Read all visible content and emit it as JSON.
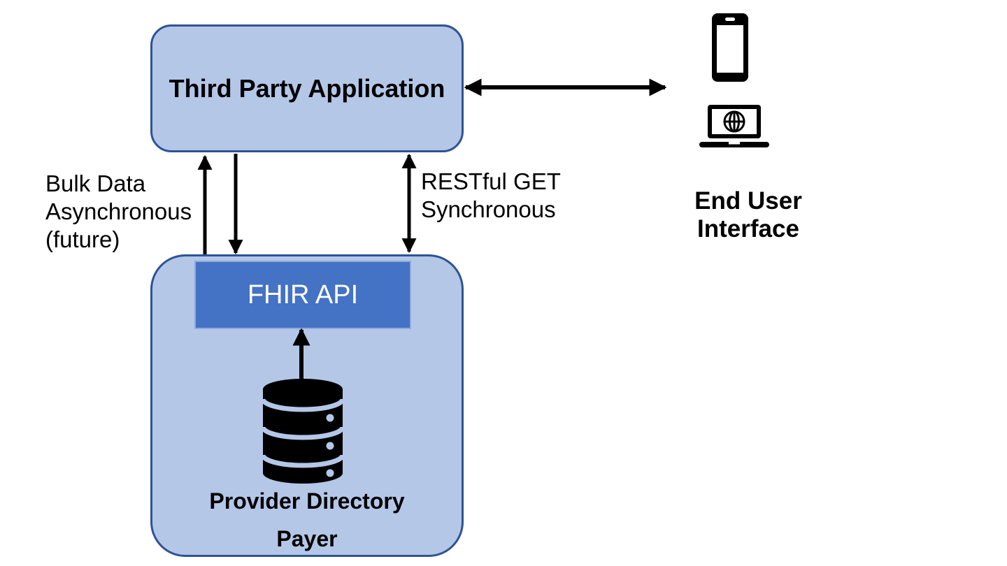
{
  "diagram": {
    "title": "FHIR Provider Directory architecture diagram",
    "nodes": {
      "third_party_app": {
        "label": "Third Party Application"
      },
      "fhir_api": {
        "label": "FHIR API"
      },
      "provider_directory": {
        "label": "Provider Directory"
      },
      "payer": {
        "label": "Payer"
      },
      "end_user_interface": {
        "label": "End User Interface"
      }
    },
    "edges": {
      "bulk_data": {
        "lines": [
          "Bulk Data",
          "Asynchronous",
          "(future)"
        ],
        "style": "two one-way vertical arrows between Third Party Application and Payer"
      },
      "restful": {
        "lines": [
          "RESTful GET",
          "Synchronous"
        ],
        "style": "double-headed vertical arrow between Third Party Application and Payer"
      },
      "app_to_end_user": {
        "style": "double-headed horizontal arrow between Third Party Application and End User Interface devices"
      },
      "directory_to_api": {
        "style": "one-way arrow from Provider Directory database up to FHIR API"
      }
    },
    "icons": {
      "end_user_devices": [
        "smartphone-icon",
        "laptop-globe-icon"
      ],
      "data_store": "database-icon"
    },
    "colors": {
      "background": "#ffffff",
      "box_fill": "#b4c7e7",
      "box_border": "#2e5395",
      "fhir_fill": "#4472c4",
      "fhir_border": "#8faadc",
      "fhir_text": "#ffffff",
      "arrow": "#000000",
      "text": "#000000"
    }
  }
}
